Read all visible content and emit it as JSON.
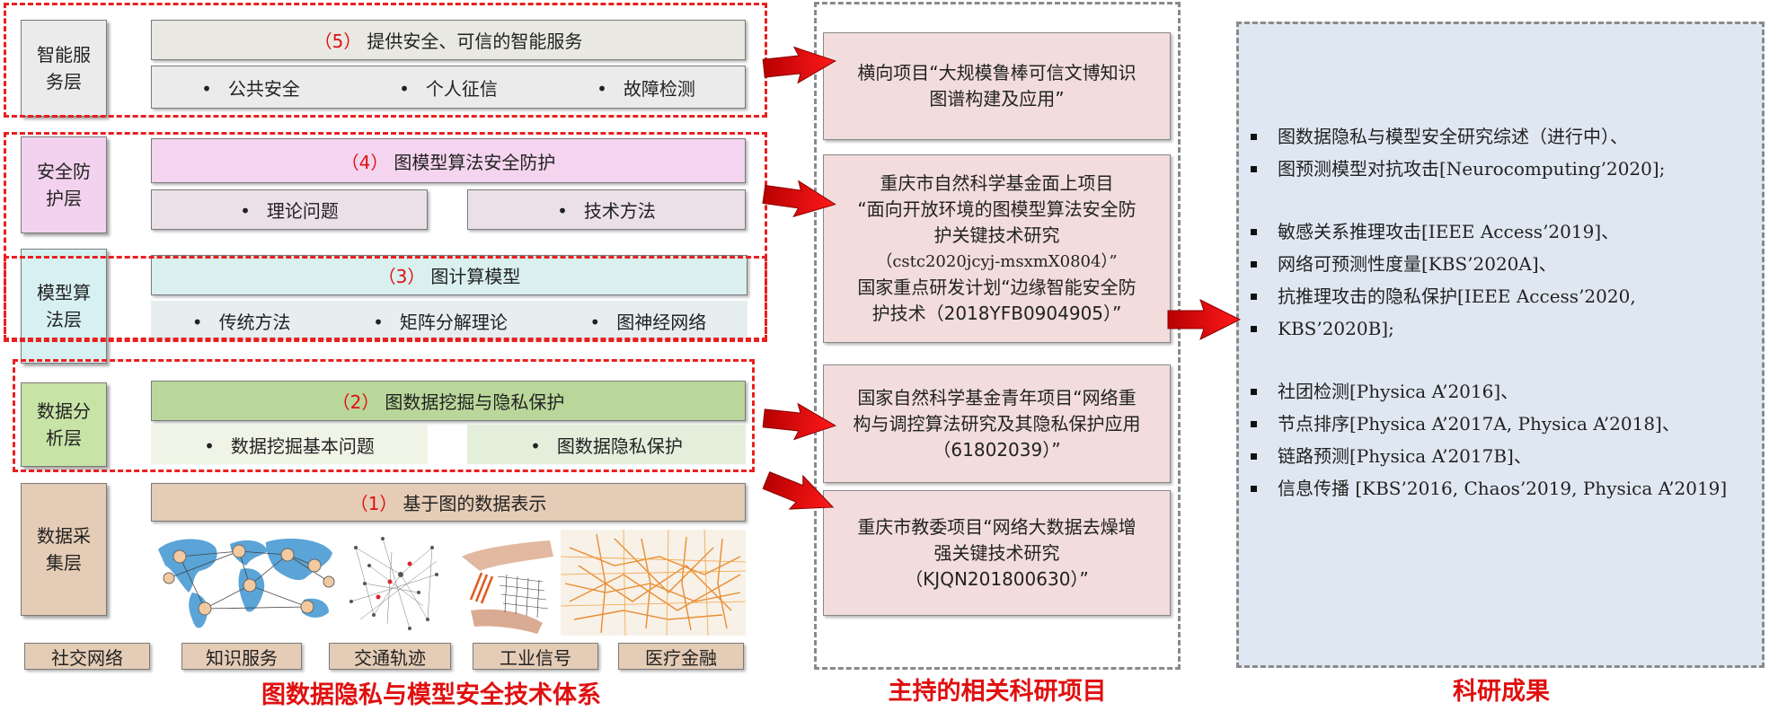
{
  "layers": {
    "service": "智能服务层",
    "defense": "安全防护层",
    "model": "模型算法层",
    "analysis": "数据分析层",
    "collect": "数据采集层"
  },
  "blocks": {
    "b5": {
      "num": "（5）",
      "title": "提供安全、可信的智能服务",
      "items": [
        "公共安全",
        "个人征信",
        "故障检测"
      ]
    },
    "b4": {
      "num": "（4）",
      "title": "图模型算法安全防护",
      "items": [
        "理论问题",
        "技术方法"
      ]
    },
    "b3": {
      "num": "（3）",
      "title": "图计算模型",
      "items": [
        "传统方法",
        "矩阵分解理论",
        "图神经网络"
      ]
    },
    "b2": {
      "num": "（2）",
      "title": "图数据挖掘与隐私保护",
      "items": [
        "数据挖掘基本问题",
        "图数据隐私保护"
      ]
    },
    "b1": {
      "num": "（1）",
      "title": "基于图的数据表示"
    }
  },
  "sources": [
    "社交网络",
    "知识服务",
    "交通轨迹",
    "工业信号",
    "医疗金融"
  ],
  "projects": [
    [
      "横向项目“大规模鲁棒可信文博知识",
      "图谱构建及应用”"
    ],
    [
      "重庆市自然科学基金面上项目",
      "“面向开放环境的图模型算法安全防",
      "护关键技术研究",
      "（cstc2020jcyj-msxmX0804）”",
      "国家重点研发计划“边缘智能安全防",
      "护技术（2018YFB0904905）”"
    ],
    [
      "国家自然科学基金青年项目“网络重",
      "构与调控算法研究及其隐私保护应用",
      "（61802039）”"
    ],
    [
      "重庆市教委项目“网络大数据去燥增",
      "强关键技术研究",
      "（KJQN201800630）”"
    ]
  ],
  "achievements": [
    "图数据隐私与模型安全研究综述（进行中）、",
    "图预测模型对抗攻击[Neurocomputing’2020];",
    "敏感关系推理攻击[IEEE Access’2019]、",
    "网络可预测性度量[KBS’2020A]、",
    "抗推理攻击的隐私保护[IEEE Access’2020,",
    "KBS’2020B];",
    "社团检测[Physica A’2016]、",
    "节点排序[Physica A’2017A, Physica A’2018]、",
    "链路预测[Physica A’2017B]、",
    "信息传播 [KBS’2016, Chaos’2019, Physica A’2019]"
  ],
  "captions": {
    "framework": "图数据隐私与模型安全技术体系",
    "projects": "主持的相关科研项目",
    "results": "科研成果"
  },
  "colors": {
    "red": "#e01010",
    "project_bg": "#f2dcdc",
    "result_bg": "#dfe8f2",
    "service_title": "#e9e9e2",
    "defense_title": "#f4d4ee",
    "model_title": "#d9f0ef",
    "analysis_title": "#b9d79a",
    "collect_title": "#e5ccb6"
  }
}
